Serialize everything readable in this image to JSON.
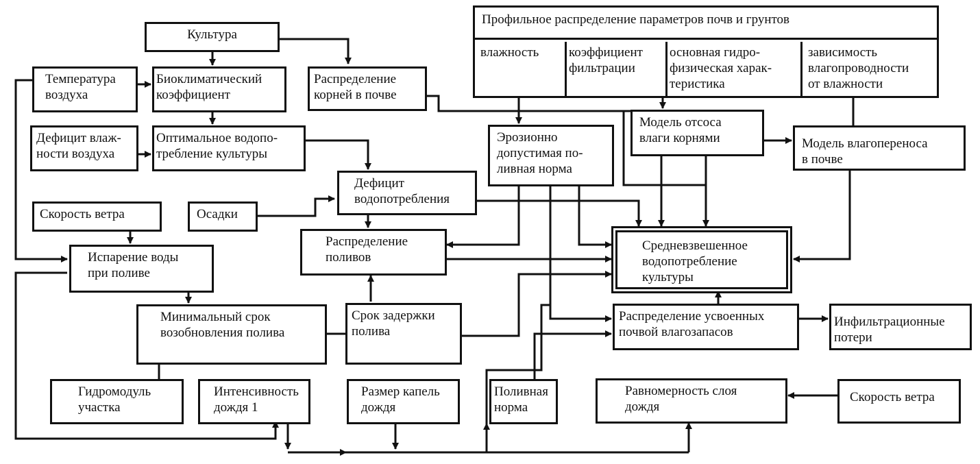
{
  "diagram": {
    "nodes": {
      "culture": "Культура",
      "air_temperature": "Температура\nвоздуха",
      "bioclimatic_coef": "Биоклиматический\nкоэффициент",
      "root_distribution": "Распределение\nкорней в почве",
      "air_humidity_deficit": "Дефицит влаж-\nности воздуха",
      "optimal_water_use": "Оптимальное водопо-\nтребление культуры",
      "water_use_deficit": "Дефицит\nводопотребления",
      "precipitation": "Осадки",
      "wind_speed_left": "Скорость ветра",
      "evaporation": "Испарение воды\nпри поливе",
      "irrigation_distribution": "Распределение\nполивов",
      "min_irrigation_interval": "Минимальный срок\nвозобновления полива",
      "irrigation_delay": "Срок задержки\nполива",
      "hydromodule": "Гидромодуль\nучастка",
      "rain_intensity": "Интенсивность\nдождя 1",
      "drop_size": "Размер капель\nдождя",
      "irrigation_rate": "Поливная\nнорма",
      "rain_uniformity": "Равномерность слоя\nдождя",
      "wind_speed_right": "Скорость ветра",
      "erosion_rate": "Эрозионно\nдопустимая по-\nливная норма",
      "root_uptake_model": "Модель отсоса\nвлаги корнями",
      "moisture_transfer_model": "Модель влагопереноса\nв почве",
      "weighted_water_use": "Средневзвешенное\nводопотребление\nкультуры",
      "soil_moisture_distribution": "Распределение усвоенных\nпочвой влагозапасов",
      "infiltration_losses": "Инфильтрационные\nпотери"
    },
    "soil_profile": {
      "title": "Профильное распределение параметров почв и грунтов",
      "cells": [
        "влажность",
        "коэффициент\nфильтрации",
        "основная гидро-\nфизическая харак-\nтеристика",
        "зависимость\nвлагопроводности\nот влажности"
      ]
    }
  }
}
